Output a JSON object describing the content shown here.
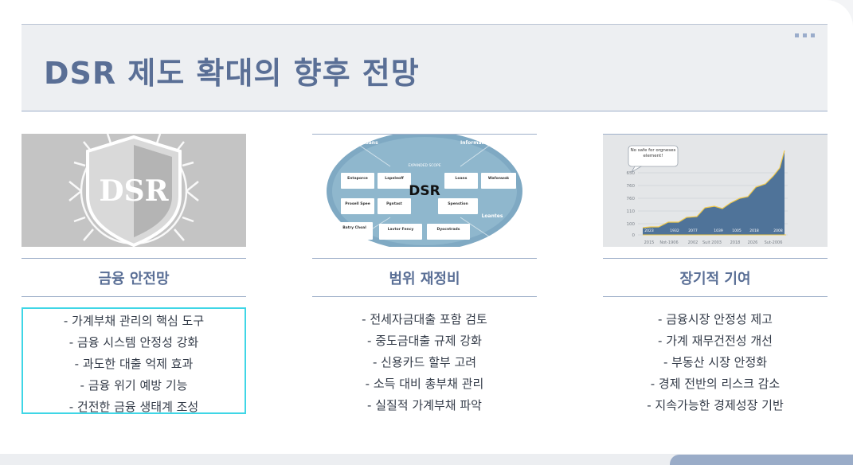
{
  "title": "DSR 제도 확대의 향후 전망",
  "columns": [
    {
      "heading": "금융 안전망",
      "image_text": "DSR",
      "bullets": [
        "- 가계부채 관리의 핵심 도구",
        "- 금융 시스템 안정성 강화",
        "- 과도한 대출 억제 효과",
        "- 금융 위기 예방 기능",
        "- 건전한 금융 생태계 조성"
      ]
    },
    {
      "heading": "범위 재정비",
      "image_text": {
        "center": "DSR",
        "scope": "EXPANDED SCOPE",
        "corner_tl_title": "Training Loans",
        "corner_tr_title": "Informative Sdecings",
        "corner_br_title": "Loantes",
        "boxes": [
          "Entaporce",
          "Lapeleoff",
          "Loans",
          "Wafonwok",
          "Prosell Spee",
          "Pgntast",
          "Spenstion",
          "Batry Choal",
          "Lavtor Fency",
          "Dyocntrads"
        ]
      },
      "bullets": [
        "- 전세자금대출 포함 검토",
        "- 중도금대출 규제 강화",
        "- 신용카드 할부 고려",
        "- 소득 대비 총부채 관리",
        "- 실질적 가계부채 파악"
      ]
    },
    {
      "heading": "장기적 기여",
      "chart_callout": "No safe for orgneses element!",
      "chart_yticks": [
        "650",
        "760",
        "760",
        "110",
        "100",
        "0"
      ],
      "chart_xticks": [
        "2015",
        "Not-1906",
        "2002",
        "Suit 2003",
        "2018",
        "2026",
        "Sut-2006"
      ],
      "chart_inner_labels": [
        "2023",
        "1932",
        "2077",
        "1039",
        "1005",
        "2018",
        "2008"
      ],
      "bullets": [
        "- 금융시장 안정성 제고",
        "- 가계 재무건전성 개선",
        "- 부동산 시장 안정화",
        "- 경제 전반의 리스크 감소",
        "- 지속가능한 경제성장 기반"
      ]
    }
  ]
}
